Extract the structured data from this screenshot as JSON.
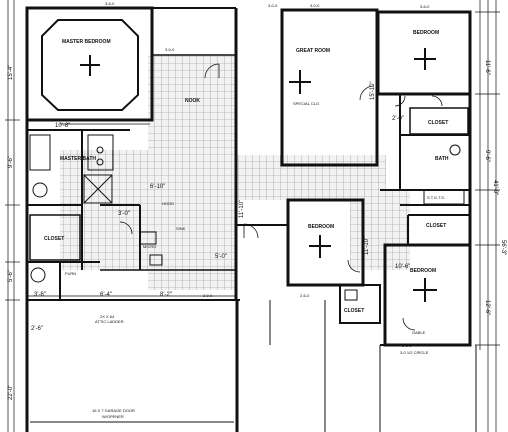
{
  "rooms": {
    "master_bedroom": "MASTER BEDROOM",
    "nook": "NOOK",
    "great_room": "GREAT ROOM",
    "special_ceiling": "SPECIAL CLG",
    "bedroom_top": "BEDROOM",
    "closet_top_right": "CLOSET",
    "bath_right": "BATH",
    "master_bath": "MASTER BATH",
    "master_closet": "CLOSET",
    "furn": "FURN",
    "bedroom_center": "BEDROOM",
    "closet_center": "CLOSET",
    "closet_right_mid": "CLOSET",
    "bedroom_bottom_right": "BEDROOM",
    "tub": "S.T.G.T.S.",
    "hood": "HOOD",
    "micro": "MICRO",
    "sink": "SINK",
    "garage_door": "16 X 7 GARAGE DOOR",
    "garage_opener": "W/OPENER",
    "attic_ladder": "2X X 64",
    "attic_ladder_2": "ATTIC LADDER",
    "gable": "GABLE",
    "ceiling_note": "3-0 1/2 CIRCLE"
  },
  "dimensions": {
    "nook_width": "6'-10\"",
    "hall_width": "6'-4\"",
    "hall_width_2": "8'-2\"",
    "master_bath_w": "10'-8\"",
    "right_room_w": "11'-10\"",
    "left_total": "15'-4\"",
    "left_mid": "9'-6\"",
    "left_low": "5'-6\"",
    "left_garage": "22'-0\"",
    "right_top": "11'-6\"",
    "right_total": "41'-0\"",
    "right_mid": "9'-6\"",
    "right_low": "12'-6\"",
    "right_overall": "56'-3\"",
    "great_h": "15'-10\"",
    "bed_center_h": "11'-10\"",
    "small_a": "3'-6\"",
    "small_b": "2'-6\"",
    "small_c": "3'-0\"",
    "small_d": "5'-0\"",
    "small_e": "2'-0\"",
    "small_f": "10'-6\"",
    "callout_a": "3-0-0",
    "callout_b": "3-6-0",
    "callout_c": "2-6-0"
  }
}
